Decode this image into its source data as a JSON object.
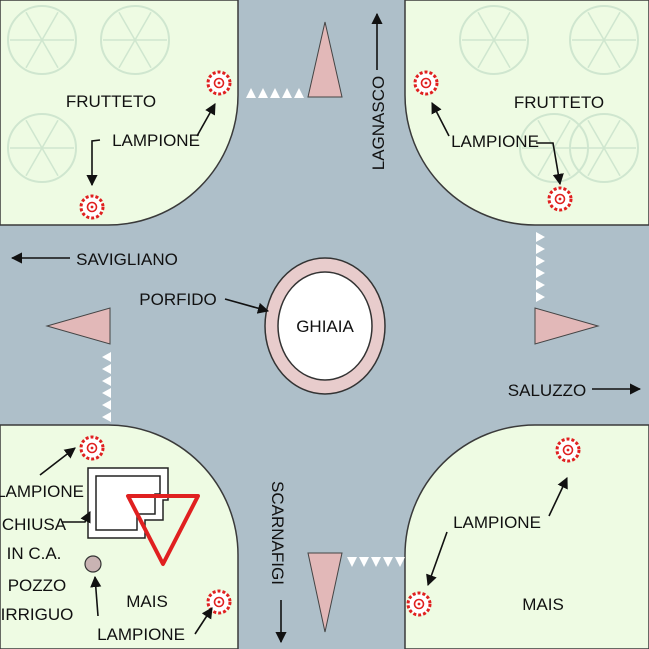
{
  "diagram": {
    "title": "",
    "colors": {
      "road": "#aebfc9",
      "field": "#eefbe3",
      "field_edge": "#3a3a3a",
      "island_ring": "#e8cccc",
      "island_center": "#ffffff",
      "divider": "#e2b8b8",
      "lamp": "#e02020",
      "yield_sign": "#e02020",
      "tree": "#cfe6cf",
      "text": "#111111"
    },
    "roads": {
      "north": "LAGNASCO",
      "south": "SCARNAFIGI",
      "west": "SAVIGLIANO",
      "east": "SALUZZO"
    },
    "island": {
      "center_label": "GHIAIA",
      "ring_label": "PORFIDO"
    },
    "fields": {
      "top_left": "FRUTTETO",
      "top_right": "FRUTTETO",
      "bottom_left": "MAIS",
      "bottom_right": "MAIS"
    },
    "lamp_label": "LAMPIONE",
    "lamp_labels": {
      "top_left": "LAMPIONE",
      "top_right": "LAMPIONE",
      "bottom_left_top": "LAMPIONE",
      "bottom_left_bottom": "LAMPIONE",
      "bottom_right": "LAMPIONE"
    },
    "structures": {
      "lock_line1": "CHIUSA",
      "lock_line2": "IN C.A.",
      "well_line1": "POZZO",
      "well_line2": "IRRIGUO"
    },
    "icons": {
      "lamp": "lamp-post-icon",
      "tree": "fruit-tree-icon",
      "yield": "yield-sign-icon",
      "arrow": "direction-arrow-icon"
    }
  }
}
